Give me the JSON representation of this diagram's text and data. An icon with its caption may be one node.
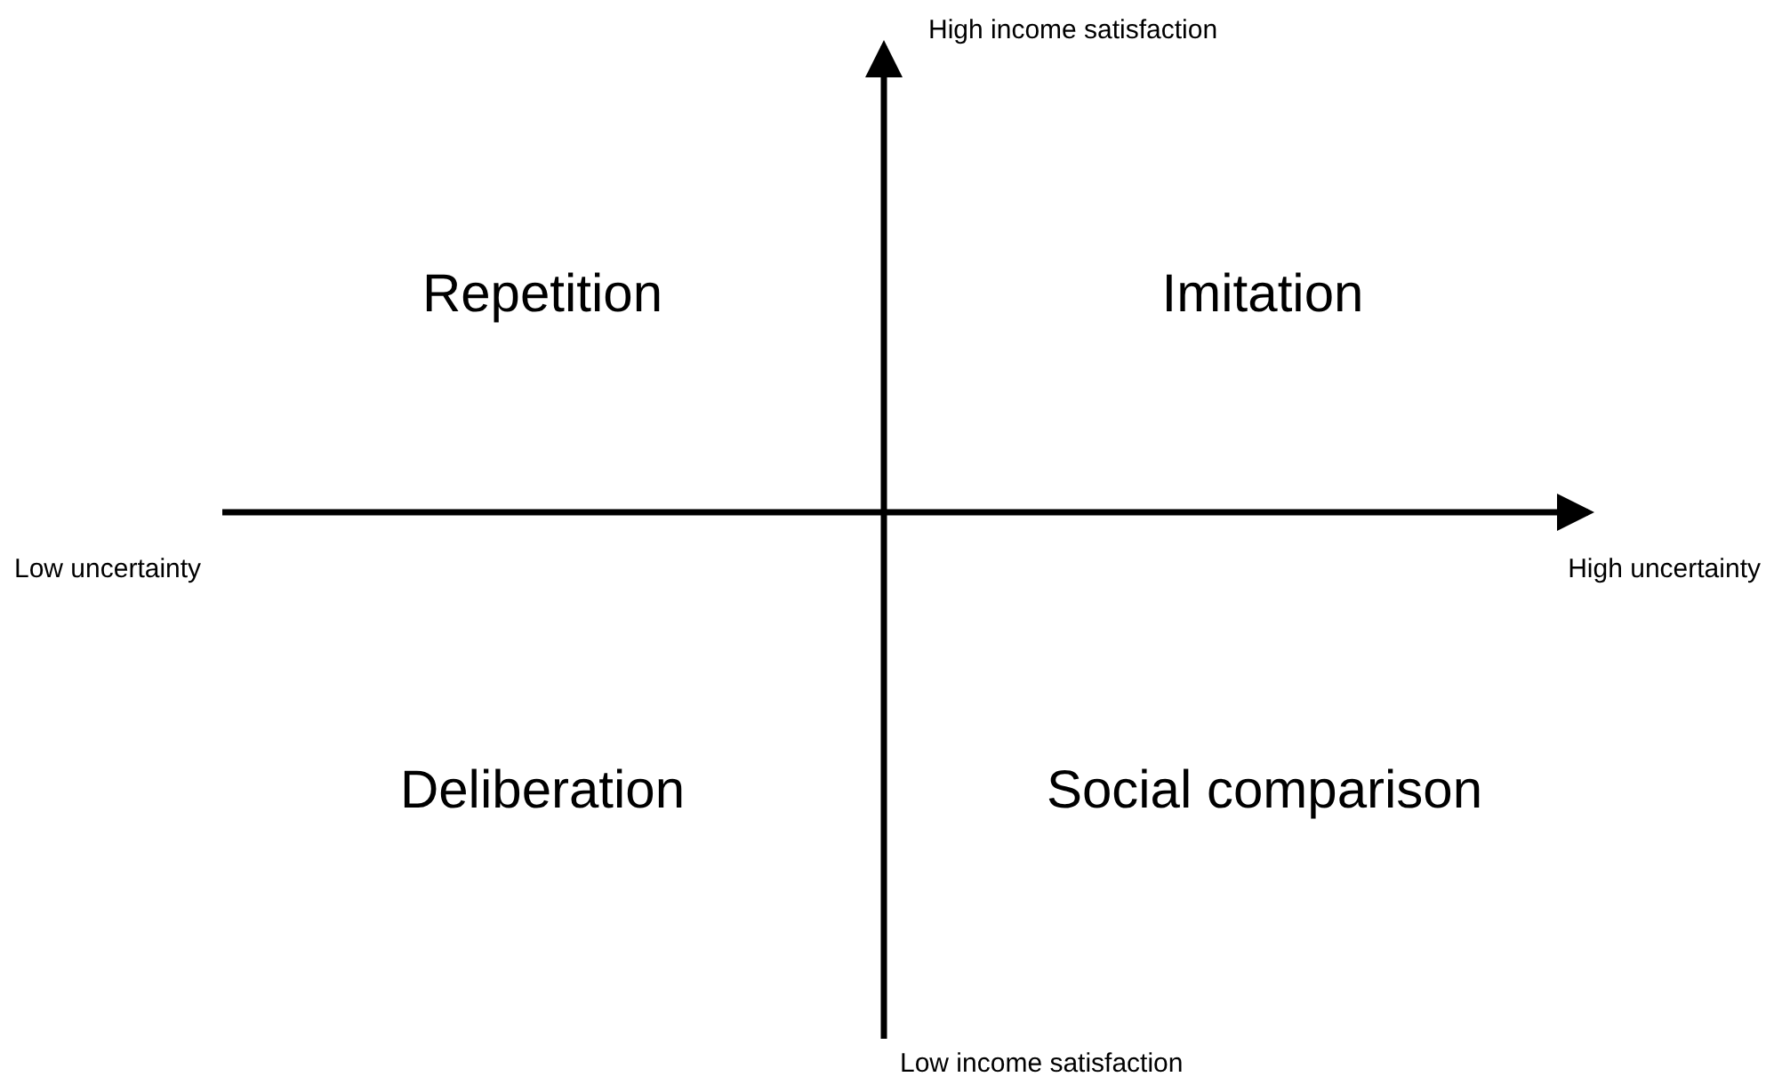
{
  "diagram": {
    "labels": [
      "High income satisfaction",
      "Repetition",
      "Imitation",
      "Low uncertainty",
      "High uncertainty",
      "Deliberation",
      "Social comparison",
      "Low income satisfaction"
    ]
  }
}
